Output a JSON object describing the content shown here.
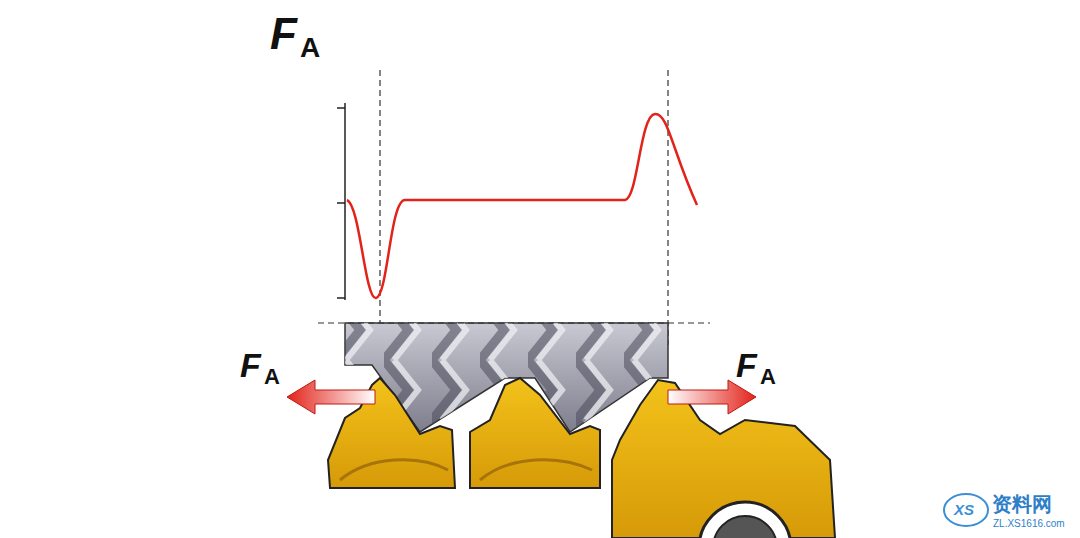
{
  "diagram": {
    "labels": [
      "F",
      "A",
      "F",
      "A",
      "F",
      "A",
      "XS",
      "资料网",
      "ZL.XS1616.com"
    ]
  }
}
